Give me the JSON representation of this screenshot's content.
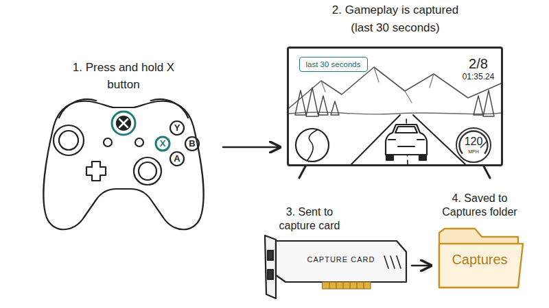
{
  "diagram": {
    "nodes": [
      {
        "text": [
          "1. Press and hold X button"
        ]
      },
      {
        "text": [
          "2. Gameplay is captured (last 30 seconds)",
          "2/8",
          "01:35.24"
        ]
      },
      {
        "text": [
          "last 30 seconds"
        ],
        "in": 1
      },
      {
        "text": [
          "120",
          "MPH"
        ],
        "in": 1
      },
      {
        "text": [
          "3. Sent to capture card",
          "CAPTURE CARD"
        ]
      },
      {
        "text": [
          "4. Saved to Captures folder",
          "Captures"
        ]
      }
    ],
    "edges": [
      {
        "from": 0,
        "to": 1,
        "arrow": "to"
      },
      {
        "from": 4,
        "to": 5,
        "arrow": "to"
      }
    ],
    "labels": [
      "Y",
      "X",
      "B",
      "A"
    ]
  }
}
